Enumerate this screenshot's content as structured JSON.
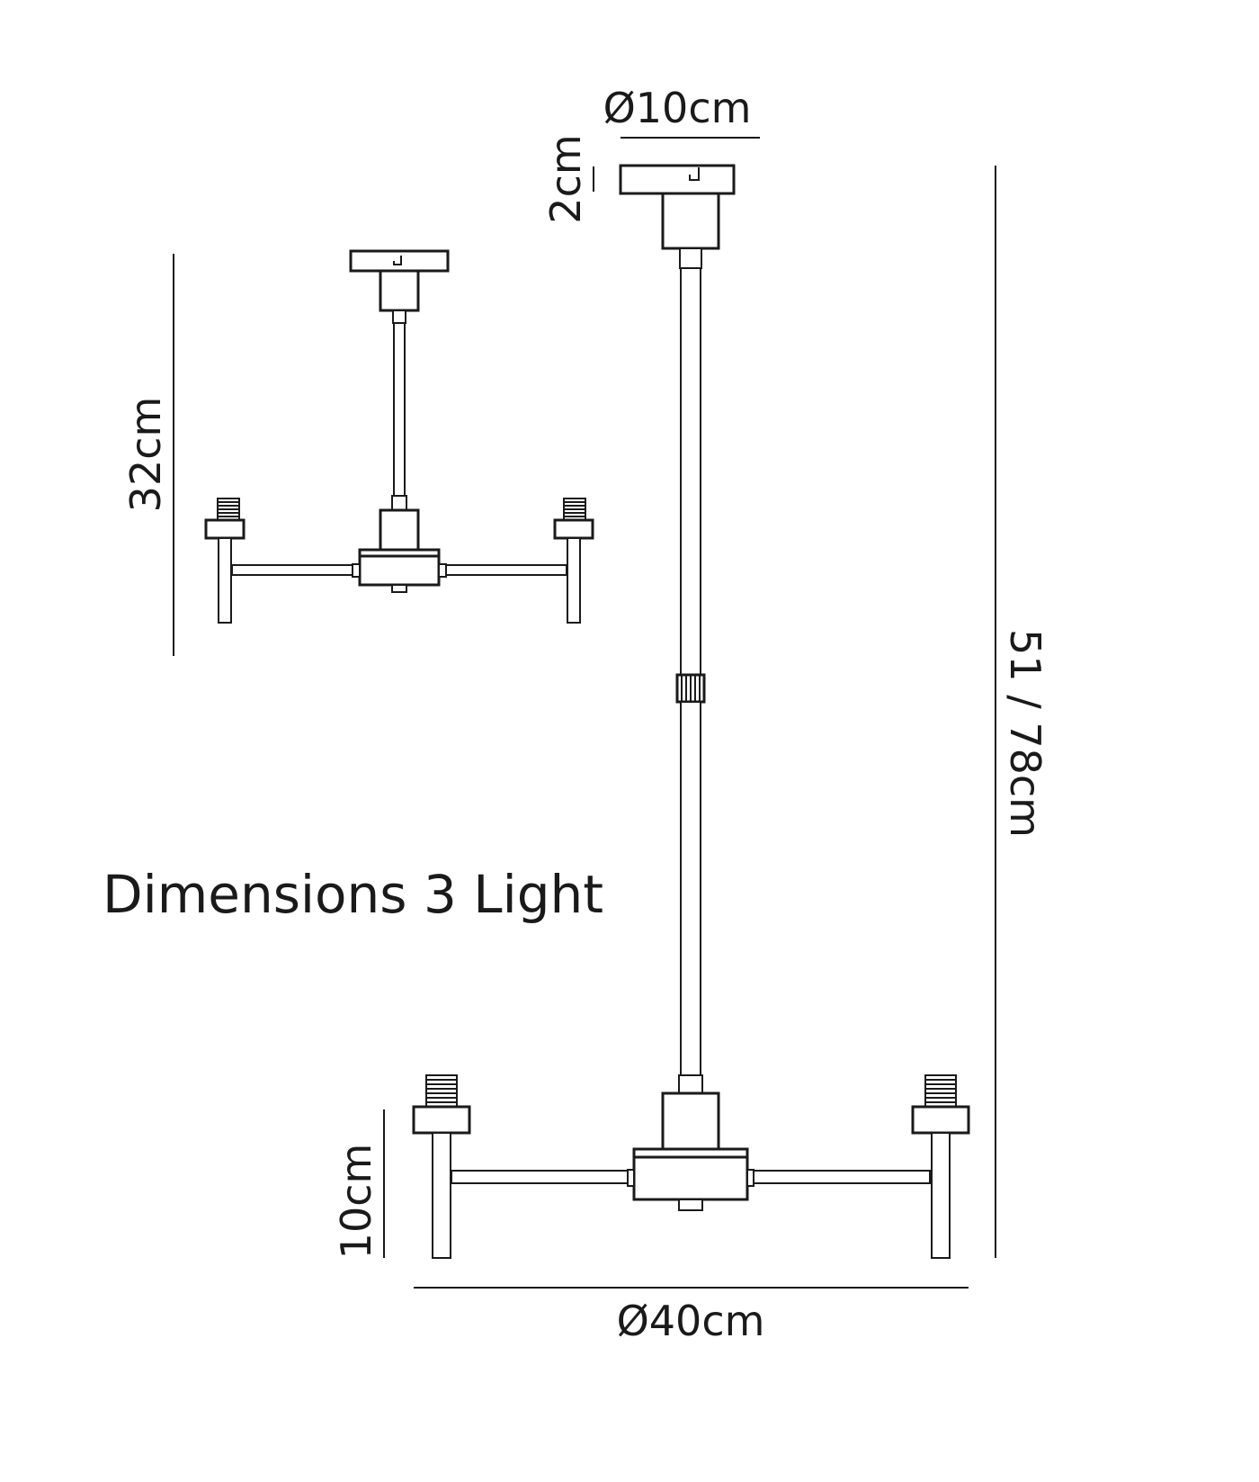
{
  "title": "Dimensions 3 Light",
  "dimensions": {
    "canopy_diameter": "Ø10cm",
    "canopy_height": "2cm",
    "overall_diameter": "Ø40cm",
    "min_height": "32cm",
    "drop_height": "51 / 78cm",
    "holder_height": "10cm"
  },
  "colors": {
    "line": "#1a1a1a",
    "background": "#ffffff"
  }
}
